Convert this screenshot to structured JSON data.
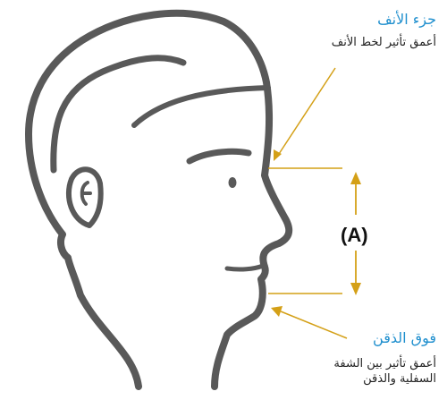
{
  "labels": {
    "top_heading": "جزء الأنف",
    "top_desc": "أعمق تأثير لخط الأنف",
    "bottom_heading": "فوق الذقن",
    "bottom_desc_line1": "أعمق تأثير بين الشفة",
    "bottom_desc_line2": "السفلية والذقن",
    "dimension": "(A)"
  },
  "colors": {
    "heading": "#1f8fce",
    "accent": "#d4a017",
    "outline": "#595959"
  }
}
